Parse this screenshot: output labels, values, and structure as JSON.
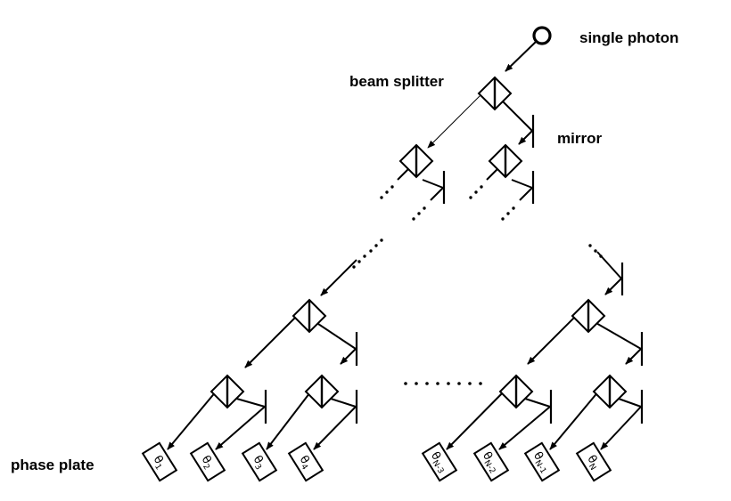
{
  "labels": {
    "source": "single photon",
    "splitter": "beam splitter",
    "mirror": "mirror",
    "plate": "phase plate"
  },
  "phase_plates": [
    {
      "symbol": "θ",
      "sub": "1"
    },
    {
      "symbol": "θ",
      "sub": "2"
    },
    {
      "symbol": "θ",
      "sub": "3"
    },
    {
      "symbol": "θ",
      "sub": "4"
    },
    {
      "symbol": "θ",
      "sub": "N-3"
    },
    {
      "symbol": "θ",
      "sub": "N-2"
    },
    {
      "symbol": "θ",
      "sub": "N-1"
    },
    {
      "symbol": "θ",
      "sub": "N"
    }
  ]
}
